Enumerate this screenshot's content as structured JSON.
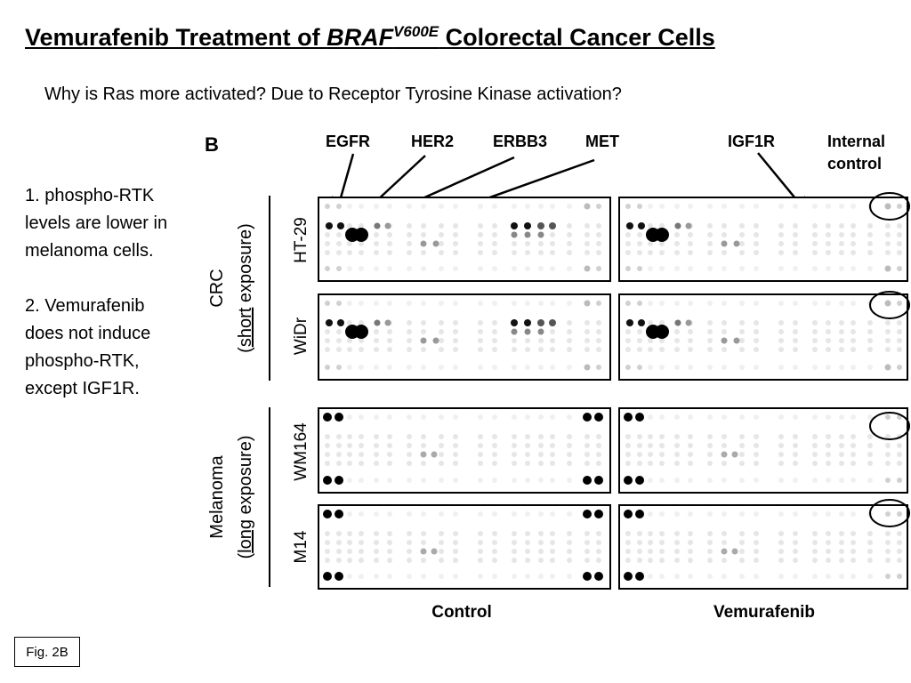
{
  "slide": {
    "title_main": "Vemurafenib Treatment of ",
    "title_gene": "BRAF",
    "title_sup": "V600E",
    "title_rest": " Colorectal Cancer Cells",
    "subtitle": "Why is Ras more activated?  Due to Receptor Tyrosine Kinase activation?",
    "point1": "1. phospho-RTK levels are lower in melanoma cells.",
    "point2": "2. Vemurafenib does not induce phospho-RTK, except IGF1R.",
    "fig_ref": "Fig. 2B"
  },
  "figure": {
    "panel_letter": "B",
    "receptor_labels": {
      "egfr": "EGFR",
      "her2": "HER2",
      "erbb3": "ERBB3",
      "met": "MET",
      "igf1r": "IGF1R",
      "internal_control_l1": "Internal",
      "internal_control_l2": "control"
    },
    "groups": {
      "crc": "CRC",
      "crc_sub_pre": "(",
      "crc_sub_u": "short",
      "crc_sub_post": " exposure)",
      "melanoma": "Melanoma",
      "mel_sub_pre": "(",
      "mel_sub_u": "long",
      "mel_sub_post": " exposure)"
    },
    "cell_lines": [
      "HT-29",
      "WiDr",
      "WM164",
      "M14"
    ],
    "conditions": [
      "Control",
      "Vemurafenib"
    ]
  }
}
